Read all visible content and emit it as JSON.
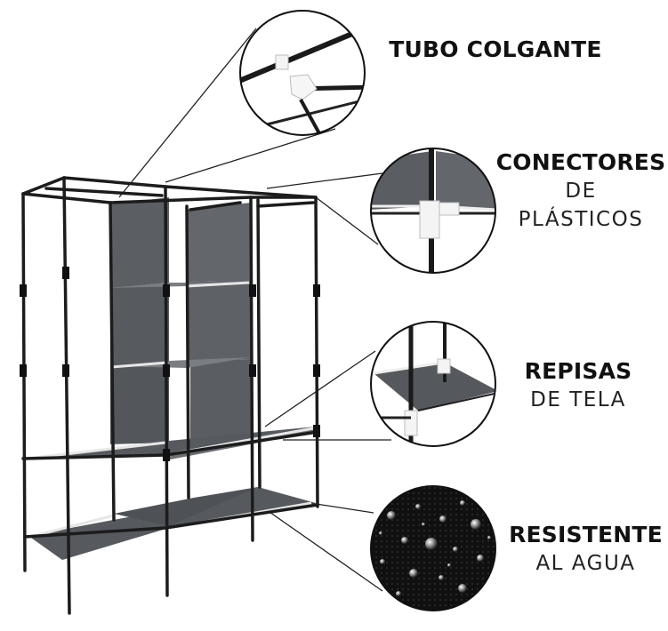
{
  "features": [
    {
      "title": "TUBO COLGANTE",
      "subtitle": ""
    },
    {
      "title": "CONECTORES",
      "subtitle_line1": "DE",
      "subtitle_line2": "PLÁSTICOS"
    },
    {
      "title": "REPISAS",
      "subtitle": "DE TELA"
    },
    {
      "title": "RESISTENTE",
      "subtitle": "AL AGUA"
    }
  ],
  "colors": {
    "frame": "#1c1c1c",
    "fabric": "#5b5e63",
    "fabric_dark": "#474a4f",
    "connector": "#f4f4f4",
    "water_bg": "#0d0d0d"
  }
}
